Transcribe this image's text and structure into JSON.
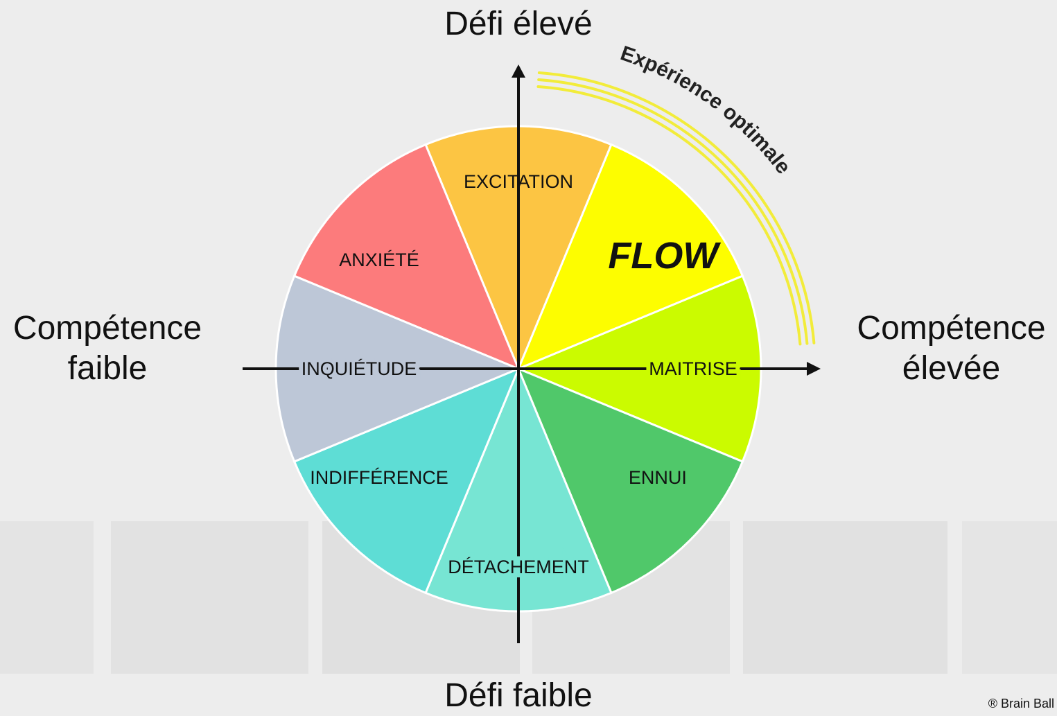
{
  "axes": {
    "top": "Défi élevé",
    "bottom": "Défi faible",
    "left": [
      "Compétence",
      "faible"
    ],
    "right": [
      "Compétence",
      "élevée"
    ]
  },
  "arc_label": "Expérience optimale",
  "credit": "® Brain Ball",
  "segments": [
    {
      "label": "EXCITATION",
      "color": "#fcc543"
    },
    {
      "label": "FLOW",
      "color": "#fdfd00"
    },
    {
      "label": "MAITRISE",
      "color": "#cbfb00"
    },
    {
      "label": "ENNUI",
      "color": "#50c86a"
    },
    {
      "label": "DÉTACHEMENT",
      "color": "#77e5d3"
    },
    {
      "label": "INDIFFÉRENCE",
      "color": "#5eddd5"
    },
    {
      "label": "INQUIÉTUDE",
      "color": "#bdc7d7"
    },
    {
      "label": "ANXIÉTÉ",
      "color": "#fc7b7c"
    }
  ],
  "colors": {
    "arc": "#f2ec3a",
    "axis": "#111111",
    "background": "#ededed"
  }
}
